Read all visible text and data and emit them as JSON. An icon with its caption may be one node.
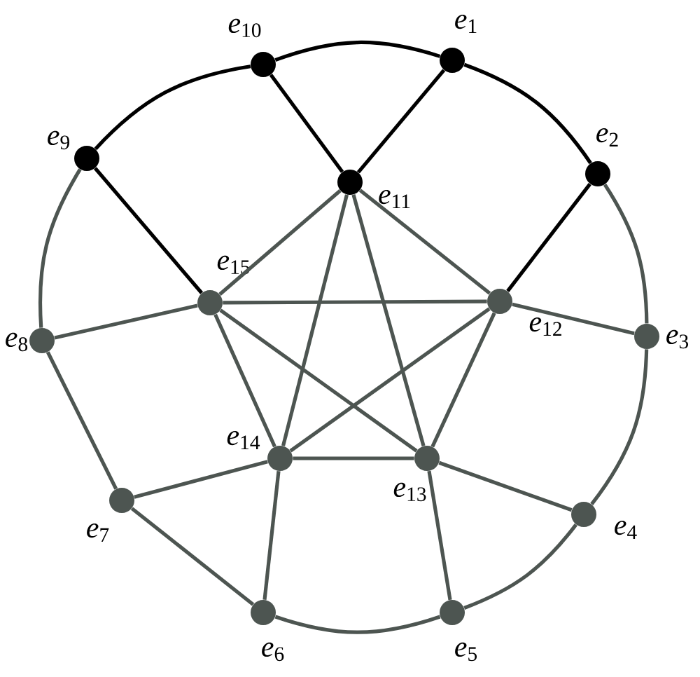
{
  "diagram": {
    "nodes": [
      {
        "text": [
          "*e*$_{1}$"
        ]
      },
      {
        "text": [
          "*e*$_{2}$"
        ]
      },
      {
        "text": [
          "*e*$_{3}$"
        ]
      },
      {
        "text": [
          "*e*$_{4}$"
        ]
      },
      {
        "text": [
          "*e*$_{5}$"
        ]
      },
      {
        "text": [
          "*e*$_{6}$"
        ]
      },
      {
        "text": [
          "*e*$_{7}$"
        ]
      },
      {
        "text": [
          "*e*$_{8}$"
        ]
      },
      {
        "text": [
          "*e*$_{9}$"
        ]
      },
      {
        "text": [
          "*e*$_{10}$"
        ]
      },
      {
        "text": [
          "*e*$_{11}$"
        ]
      },
      {
        "text": [
          "*e*$_{12}$"
        ]
      },
      {
        "text": [
          "*e*$_{13}$"
        ]
      },
      {
        "text": [
          "*e*$_{14}$"
        ]
      },
      {
        "text": [
          "*e*$_{15}$"
        ]
      }
    ],
    "edges": [
      {
        "from": 9,
        "to": 0,
        "arrow": "none",
        "color": "#000000"
      },
      {
        "from": 0,
        "to": 1,
        "arrow": "none",
        "color": "#000000"
      },
      {
        "from": 1,
        "to": 2,
        "arrow": "none"
      },
      {
        "from": 2,
        "to": 3,
        "arrow": "none"
      },
      {
        "from": 3,
        "to": 4,
        "arrow": "none"
      },
      {
        "from": 4,
        "to": 5,
        "arrow": "none"
      },
      {
        "from": 5,
        "to": 6,
        "arrow": "none"
      },
      {
        "from": 6,
        "to": 7,
        "arrow": "none"
      },
      {
        "from": 7,
        "to": 8,
        "arrow": "none"
      },
      {
        "from": 8,
        "to": 9,
        "arrow": "none",
        "color": "#000000"
      },
      {
        "from": 9,
        "to": 10,
        "arrow": "none",
        "color": "#000000"
      },
      {
        "from": 0,
        "to": 10,
        "arrow": "none",
        "color": "#000000"
      },
      {
        "from": 8,
        "to": 14,
        "arrow": "none",
        "color": "#000000"
      },
      {
        "from": 1,
        "to": 11,
        "arrow": "none",
        "color": "#000000"
      },
      {
        "from": 2,
        "to": 11,
        "arrow": "none"
      },
      {
        "from": 3,
        "to": 12,
        "arrow": "none"
      },
      {
        "from": 4,
        "to": 12,
        "arrow": "none"
      },
      {
        "from": 5,
        "to": 13,
        "arrow": "none"
      },
      {
        "from": 6,
        "to": 13,
        "arrow": "none"
      },
      {
        "from": 7,
        "to": 14,
        "arrow": "none"
      },
      {
        "from": 10,
        "to": 11,
        "arrow": "none"
      },
      {
        "from": 10,
        "to": 12,
        "arrow": "none"
      },
      {
        "from": 10,
        "to": 13,
        "arrow": "none"
      },
      {
        "from": 10,
        "to": 14,
        "arrow": "none"
      },
      {
        "from": 11,
        "to": 12,
        "arrow": "none"
      },
      {
        "from": 11,
        "to": 13,
        "arrow": "none"
      },
      {
        "from": 11,
        "to": 14,
        "arrow": "none"
      },
      {
        "from": 12,
        "to": 13,
        "arrow": "none"
      },
      {
        "from": 12,
        "to": 14,
        "arrow": "none"
      },
      {
        "from": 13,
        "to": 14,
        "arrow": "none"
      }
    ]
  }
}
